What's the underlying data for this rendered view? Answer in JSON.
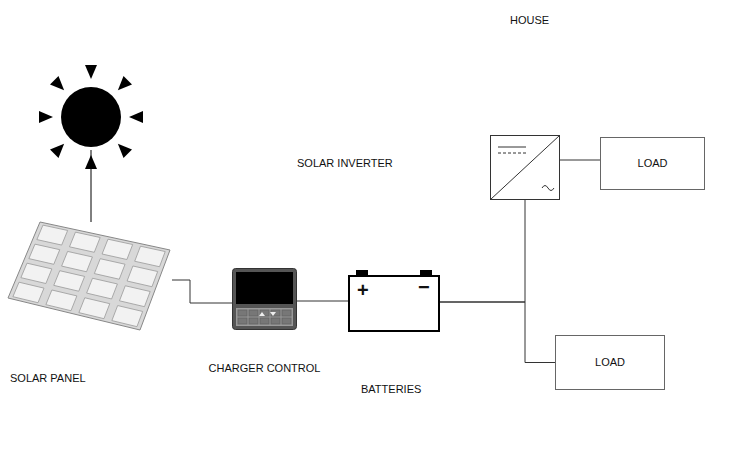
{
  "diagram": {
    "nodes": [
      {
        "text": [
          "SOLAR PANEL"
        ]
      },
      {
        "text": [
          "CHARGER CONTROL"
        ]
      },
      {
        "text": [
          "+",
          "−",
          "BATTERIES"
        ]
      },
      {
        "text": [
          "SOLAR INVERTER"
        ]
      },
      {
        "text": [
          "LOAD"
        ]
      },
      {
        "text": [
          "LOAD"
        ]
      }
    ],
    "edges": [
      {
        "from": 0,
        "to": 1,
        "arrow": "none"
      },
      {
        "from": 1,
        "to": 2,
        "arrow": "none"
      },
      {
        "from": 2,
        "to": 3,
        "arrow": "none"
      },
      {
        "from": 2,
        "to": 5,
        "arrow": "none"
      },
      {
        "from": 3,
        "to": 4,
        "arrow": "none"
      }
    ],
    "labels": [
      "HOUSE"
    ]
  }
}
